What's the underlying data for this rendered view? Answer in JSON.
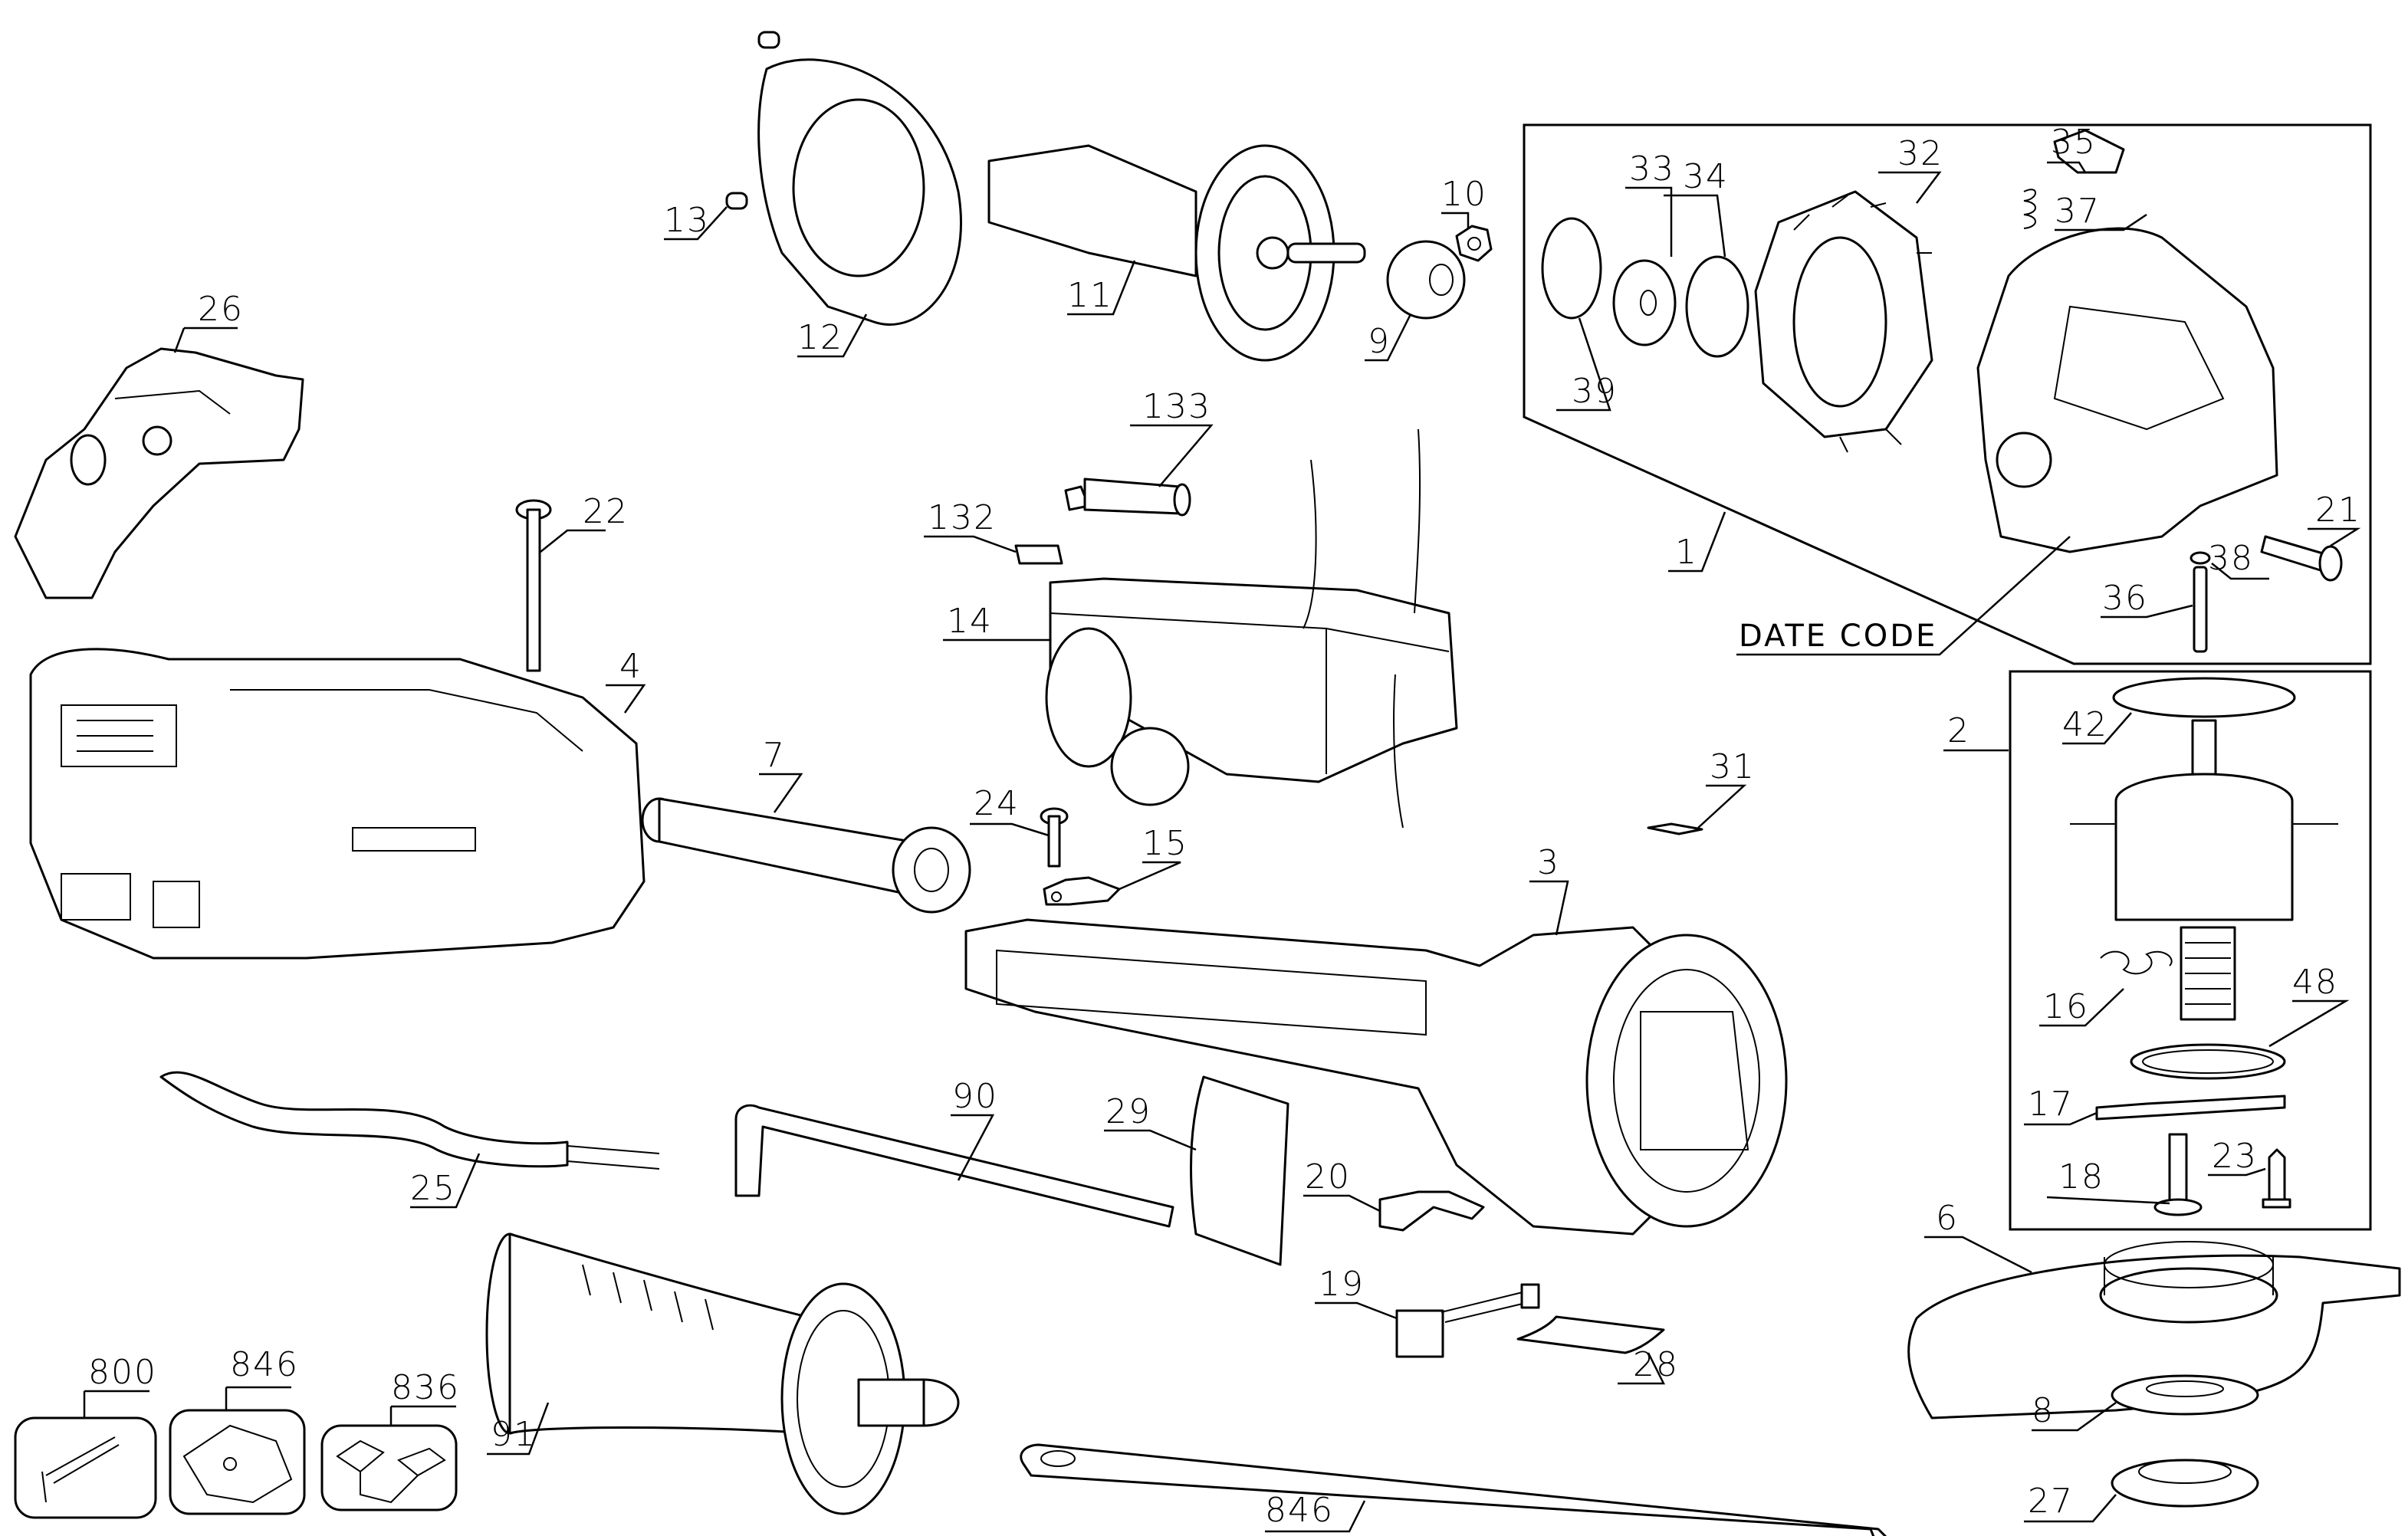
{
  "diagram": {
    "type": "exploded-parts-diagram",
    "subject": "angle grinder",
    "annotation_date_code": "DATE CODE",
    "groups": {
      "gear_case_assembly": {
        "label": "1",
        "members": [
          "32",
          "33",
          "34",
          "35",
          "36",
          "37",
          "38",
          "39",
          "21"
        ]
      },
      "spindle_assembly": {
        "label": "2",
        "members": [
          "42",
          "16",
          "48",
          "17",
          "18",
          "23"
        ]
      }
    },
    "parts": {
      "p1": "1",
      "p2": "2",
      "p3": "3",
      "p4": "4",
      "p6": "6",
      "p7": "7",
      "p8": "8",
      "p9": "9",
      "p10": "10",
      "p11": "11",
      "p12": "12",
      "p13": "13",
      "p14": "14",
      "p15": "15",
      "p16": "16",
      "p17": "17",
      "p18": "18",
      "p19": "19",
      "p20": "20",
      "p21": "21",
      "p22": "22",
      "p23": "23",
      "p24": "24",
      "p25": "25",
      "p26": "26",
      "p27": "27",
      "p28": "28",
      "p29": "29",
      "p31": "31",
      "p32": "32",
      "p33": "33",
      "p34": "34",
      "p35": "35",
      "p36": "36",
      "p37": "37",
      "p38": "38",
      "p39": "39",
      "p42": "42",
      "p48": "48",
      "p90": "90",
      "p91": "91",
      "p132": "132",
      "p133": "133",
      "p800": "800",
      "p846a": "846",
      "p836": "836",
      "p846b": "846"
    }
  }
}
